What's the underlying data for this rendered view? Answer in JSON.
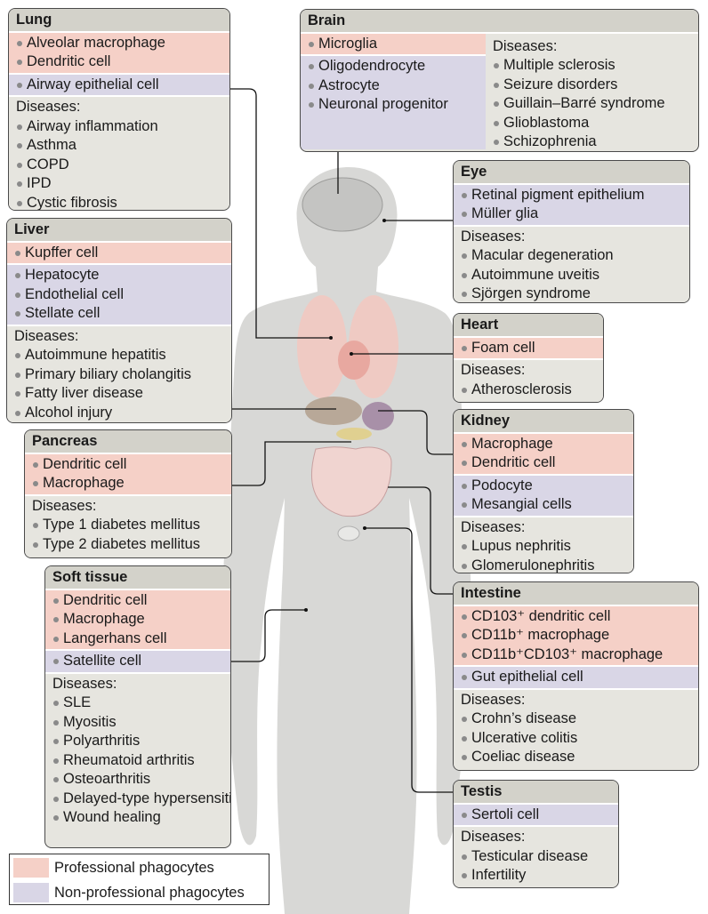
{
  "boxes": [
    {
      "id": "lung",
      "title": "Lung",
      "sections": [
        {
          "type": "pro",
          "items": [
            "Alveolar macrophage",
            "Dendritic cell"
          ]
        },
        {
          "type": "non",
          "items": [
            "Airway epithelial cell"
          ]
        },
        {
          "type": "dis",
          "label": "Diseases:",
          "items": [
            "Airway inflammation",
            "Asthma",
            "COPD",
            "IPD",
            "Cystic fibrosis"
          ]
        }
      ]
    },
    {
      "id": "liver",
      "title": "Liver",
      "sections": [
        {
          "type": "pro",
          "items": [
            "Kupffer cell"
          ]
        },
        {
          "type": "non",
          "items": [
            "Hepatocyte",
            "Endothelial cell",
            "Stellate cell"
          ]
        },
        {
          "type": "dis",
          "label": "Diseases:",
          "items": [
            "Autoimmune hepatitis",
            "Primary biliary cholangitis",
            "Fatty liver disease",
            "Alcohol injury"
          ]
        }
      ]
    },
    {
      "id": "pancreas",
      "title": "Pancreas",
      "sections": [
        {
          "type": "pro",
          "items": [
            "Dendritic cell",
            "Macrophage"
          ]
        },
        {
          "type": "dis",
          "label": "Diseases:",
          "items": [
            "Type 1 diabetes mellitus",
            "Type 2 diabetes mellitus"
          ]
        }
      ]
    },
    {
      "id": "soft",
      "title": "Soft tissue",
      "sections": [
        {
          "type": "pro",
          "items": [
            "Dendritic cell",
            "Macrophage",
            "Langerhans cell"
          ]
        },
        {
          "type": "non",
          "items": [
            "Satellite cell"
          ]
        },
        {
          "type": "dis",
          "label": "Diseases:",
          "items": [
            "SLE",
            "Myositis",
            "Polyarthritis",
            "Rheumatoid arthritis",
            "Osteoarthritis",
            "Delayed-type hypersensitivity",
            "Wound healing"
          ]
        }
      ]
    },
    {
      "id": "eye",
      "title": "Eye",
      "sections": [
        {
          "type": "non",
          "items": [
            "Retinal pigment epithelium",
            "Müller glia"
          ]
        },
        {
          "type": "dis",
          "label": "Diseases:",
          "items": [
            "Macular degeneration",
            "Autoimmune uveitis",
            "Sjörgen syndrome"
          ]
        }
      ]
    },
    {
      "id": "heart",
      "title": "Heart",
      "sections": [
        {
          "type": "pro",
          "items": [
            "Foam cell"
          ]
        },
        {
          "type": "dis",
          "label": "Diseases:",
          "items": [
            "Atherosclerosis"
          ]
        }
      ]
    },
    {
      "id": "kidney",
      "title": "Kidney",
      "sections": [
        {
          "type": "pro",
          "items": [
            "Macrophage",
            "Dendritic cell"
          ]
        },
        {
          "type": "non",
          "items": [
            "Podocyte",
            "Mesangial cells"
          ]
        },
        {
          "type": "dis",
          "label": "Diseases:",
          "items": [
            "Lupus nephritis",
            "Glomerulonephritis"
          ]
        }
      ]
    },
    {
      "id": "intestine",
      "title": "Intestine",
      "sections": [
        {
          "type": "pro",
          "items": [
            "CD103⁺ dendritic cell",
            "CD11b⁺ macrophage",
            "CD11b⁺CD103⁺ macrophage"
          ]
        },
        {
          "type": "non",
          "items": [
            "Gut epithelial cell"
          ]
        },
        {
          "type": "dis",
          "label": "Diseases:",
          "items": [
            "Crohn’s disease",
            "Ulcerative colitis",
            "Coeliac disease"
          ]
        }
      ]
    },
    {
      "id": "testis",
      "title": "Testis",
      "sections": [
        {
          "type": "non",
          "items": [
            "Sertoli cell"
          ]
        },
        {
          "type": "dis",
          "label": "Diseases:",
          "items": [
            "Testicular disease",
            "Infertility"
          ]
        }
      ]
    }
  ],
  "brain": {
    "title": "Brain",
    "pro": [
      "Microglia"
    ],
    "non": [
      "Oligodendrocyte",
      "Astrocyte",
      "Neuronal progenitor"
    ],
    "diseases_label": "Diseases:",
    "diseases": [
      "Multiple sclerosis",
      "Seizure disorders",
      "Guillain–Barré syndrome",
      "Glioblastoma",
      "Schizophrenia"
    ]
  },
  "legend": {
    "professional": "Professional phagocytes",
    "non_professional": "Non-professional phagocytes"
  },
  "colors": {
    "professional": "#f5d0c7",
    "non_professional": "#d9d6e6",
    "box": "#e6e5df",
    "header": "#d3d2ca",
    "body": "#d6d6d4"
  }
}
